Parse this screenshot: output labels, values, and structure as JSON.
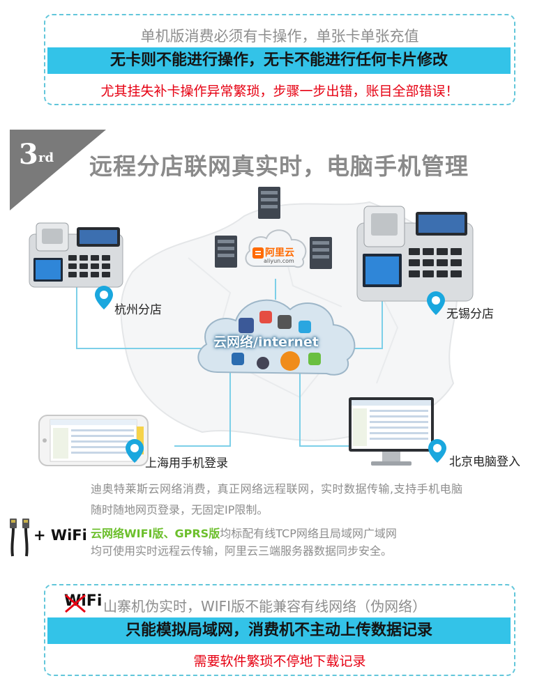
{
  "top_box": {
    "line1": "单机版消费必须有卡操作，单张卡单张充值",
    "line2": "无卡则不能进行操作，无卡不能进行任何卡片修改",
    "line3": "尤其挂失补卡操作异常繁琐，步骤一步出错，账目全部错误！"
  },
  "section": {
    "badge_number": "3",
    "badge_suffix": "rd",
    "title": "远程分店联网真实时，电脑手机管理"
  },
  "diagram": {
    "cloud_label": "云网络/internet",
    "aliyun_logo": "阿里云",
    "aliyun_url": "aliyun.com",
    "node_hangzhou": "杭州分店",
    "node_wuxi": "无锡分店",
    "node_shanghai": "上海用手机登录",
    "node_beijing": "北京电脑登入"
  },
  "description": {
    "line1": "迪奥特莱斯云网络消费，真正网络远程联网，实时数据传输,支持手机电脑",
    "line2": "随时随地网页登录，无固定IP限制。"
  },
  "wifi_note": {
    "plus_wifi": "+ WiFi",
    "highlight": "云网络WIFI版、GPRS版",
    "rest": "均标配有线TCP网络且局域网广域网",
    "line2": "均可使用实时远程云传输，阿里云三端服务器数据同步安全。"
  },
  "bottom_box": {
    "wifi_mark": "WiFi",
    "line1": "山寨机伪实时，WIFI版不能兼容有线网络（伪网络）",
    "line2": "只能模拟局域网，消费机不主动上传数据记录",
    "line3": "需要软件繁琐不停地下载记录"
  },
  "colors": {
    "band": "#33c3e8",
    "dash": "#62c6da",
    "red": "#e60012",
    "green": "#6cbf2c",
    "pin": "#1aa7de"
  }
}
